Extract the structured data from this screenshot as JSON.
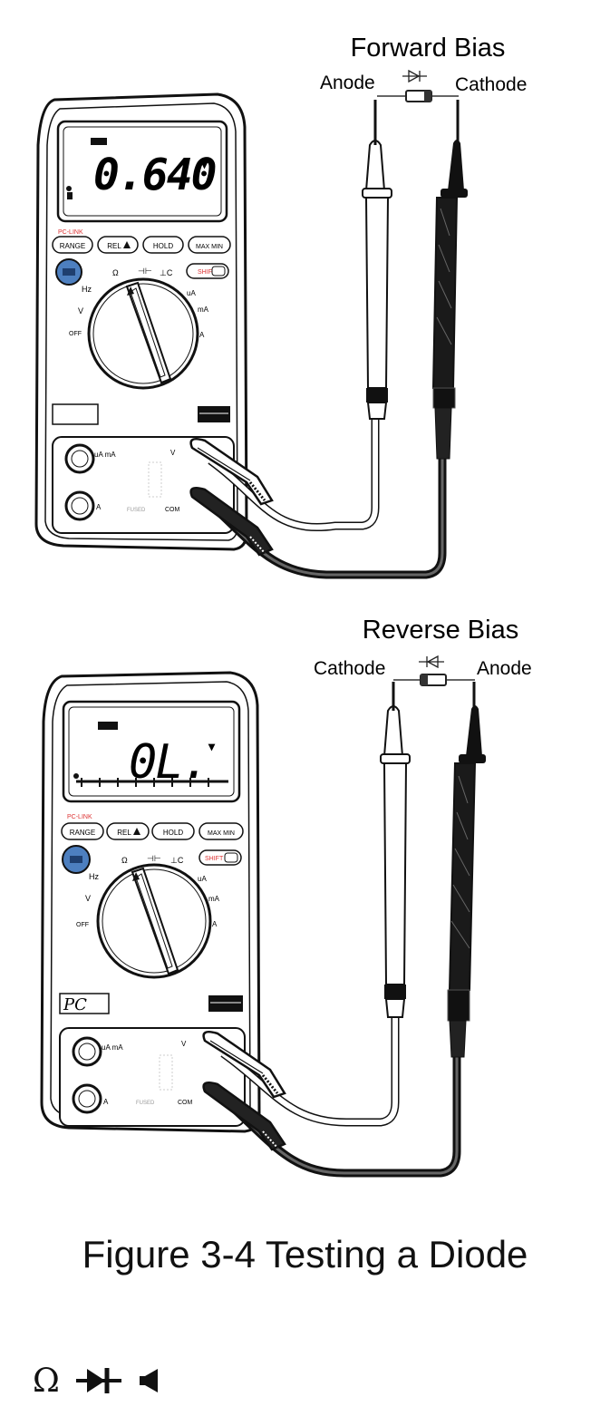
{
  "forward": {
    "title": "Forward Bias",
    "left_label": "Anode",
    "right_label": "Cathode",
    "reading": "0.640",
    "buttons": {
      "range": "RANGE",
      "rel": "REL",
      "hold": "HOLD",
      "maxmin": "MAX MIN",
      "shift": "SHIFT",
      "pclink": "PC-LINK"
    },
    "dial": {
      "hz": "Hz",
      "v": "V",
      "off": "OFF",
      "ua": "uA",
      "ma": "mA",
      "a": "A"
    },
    "jacks": {
      "uama": "uA mA",
      "a": "A",
      "v": "V",
      "com": "COM",
      "fused": "FUSED"
    }
  },
  "reverse": {
    "title": "Reverse Bias",
    "left_label": "Cathode",
    "right_label": "Anode",
    "reading": "0L.",
    "buttons": {
      "range": "RANGE",
      "rel": "REL",
      "hold": "HOLD",
      "maxmin": "MAX MIN",
      "shift": "SHIFT",
      "pclink": "PC-LINK"
    },
    "dial": {
      "hz": "Hz",
      "v": "V",
      "off": "OFF",
      "ua": "uA",
      "ma": "mA",
      "a": "A"
    },
    "jacks": {
      "uama": "uA mA",
      "a": "A",
      "v": "V",
      "com": "COM",
      "fused": "FUSED"
    }
  },
  "caption": "Figure 3-4 Testing a Diode",
  "symbols": [
    "Ω",
    "diode-icon",
    "speaker-icon"
  ]
}
